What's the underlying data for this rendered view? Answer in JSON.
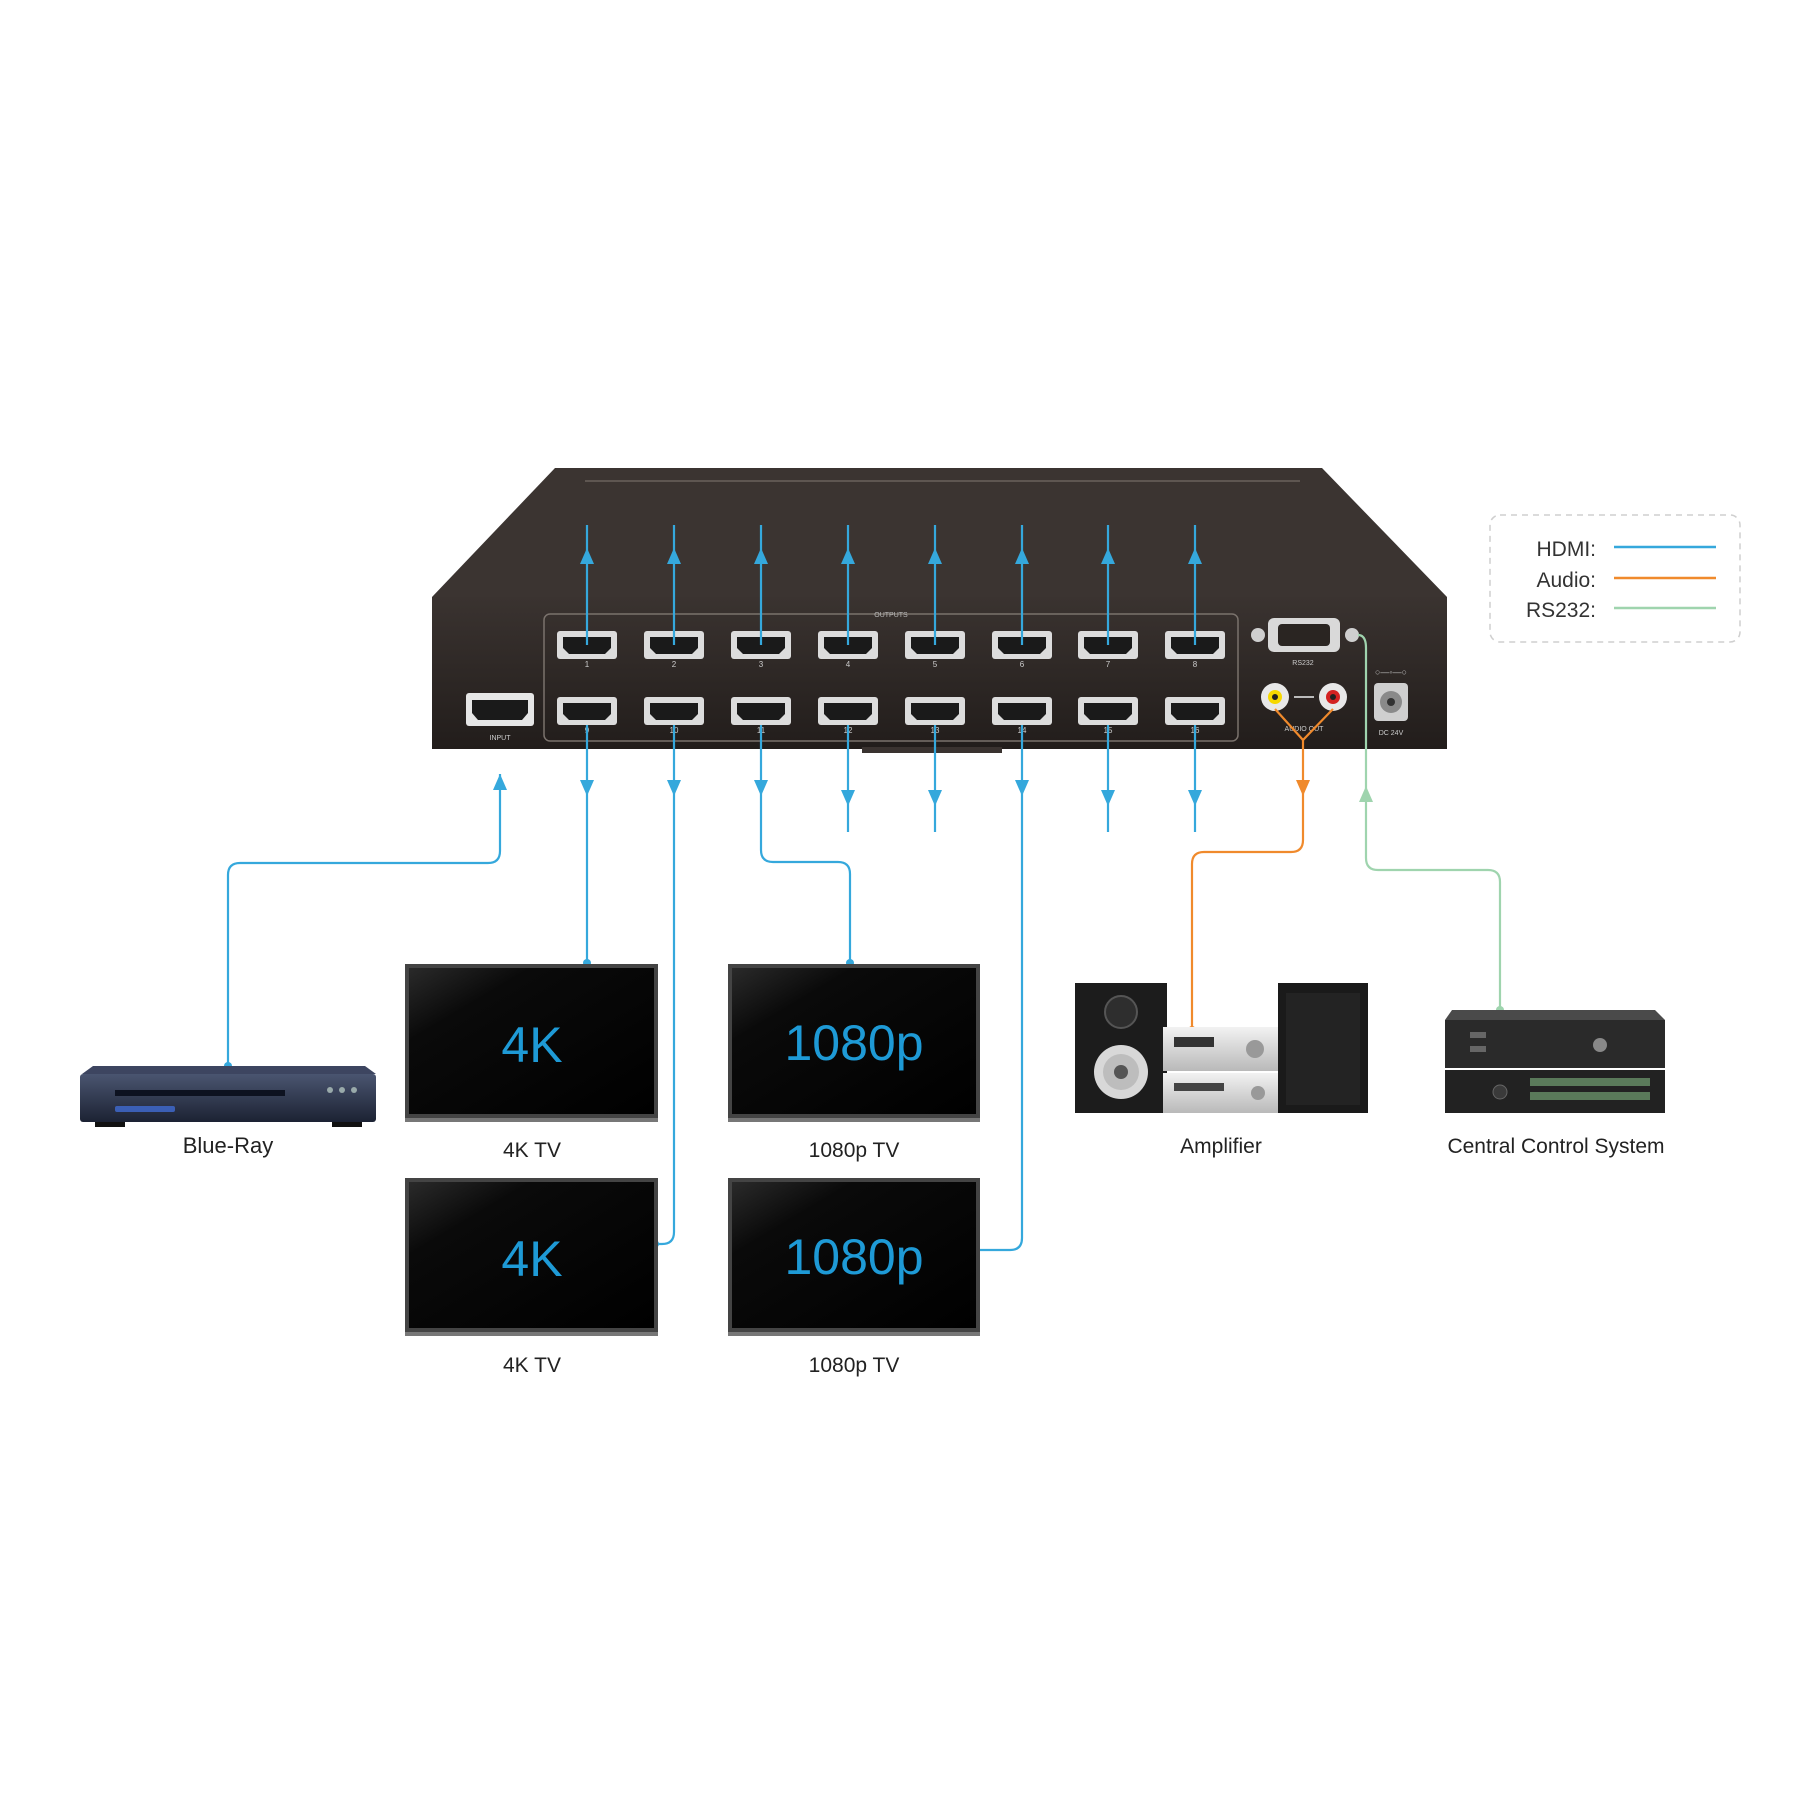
{
  "legend": {
    "items": [
      {
        "label": "HDMI:",
        "color": "#35a8dc"
      },
      {
        "label": "Audio:",
        "color": "#f08a2c"
      },
      {
        "label": "RS232:",
        "color": "#9fd4ae"
      }
    ]
  },
  "splitter": {
    "input_label": "INPUT",
    "outputs_label": "OUTPUTS",
    "port_numbers": [
      "1",
      "2",
      "3",
      "4",
      "5",
      "6",
      "7",
      "8",
      "9",
      "10",
      "11",
      "12",
      "13",
      "14",
      "15",
      "16"
    ],
    "rs232_label": "RS232",
    "audio_out_label": "AUDIO OUT",
    "dc_label": "DC 24V",
    "colors": {
      "body": "#2b2523",
      "top": "#3a3330",
      "connector": "#d9d9d9"
    }
  },
  "devices": {
    "blueray": {
      "label": "Blue-Ray"
    },
    "tv1": {
      "label": "4K TV",
      "screen": "4K"
    },
    "tv2": {
      "label": "4K TV",
      "screen": "4K"
    },
    "tv3": {
      "label": "1080p TV",
      "screen": "1080p"
    },
    "tv4": {
      "label": "1080p TV",
      "screen": "1080p"
    },
    "amplifier": {
      "label": "Amplifier"
    },
    "control": {
      "label": "Central Control System"
    }
  },
  "colors": {
    "hdmi": "#35a8dc",
    "audio": "#f08a2c",
    "rs232": "#9fd4ae",
    "screen_text": "#1e9ad6"
  }
}
